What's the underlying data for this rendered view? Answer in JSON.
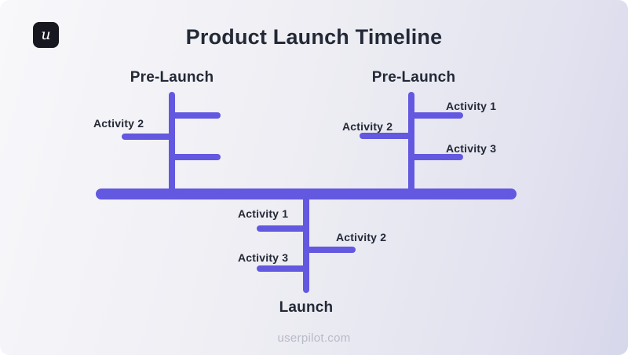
{
  "header": {
    "title": "Product Launch Timeline",
    "logo_letter": "u"
  },
  "footer": {
    "website": "userpilot.com"
  },
  "colors": {
    "accent_purple": "#6358E0",
    "text_dark": "#232936",
    "footer_gray": "#B8BAC6",
    "logo_background": "#17171F",
    "background_left": "#F8F8FB",
    "background_right": "#D7D7EB"
  },
  "diagram": {
    "branches": [
      {
        "heading": "Pre-Launch",
        "direction": "up",
        "activities": {
          "activity2": "Activity 2"
        }
      },
      {
        "heading": "Pre-Launch",
        "direction": "up",
        "activities": {
          "activity1": "Activity 1",
          "activity2": "Activity 2",
          "activity3": "Activity 3"
        }
      },
      {
        "heading": "Launch",
        "direction": "down",
        "activities": {
          "activity1": "Activity 1",
          "activity2": "Activity 2",
          "activity3": "Activity 3"
        }
      }
    ]
  }
}
